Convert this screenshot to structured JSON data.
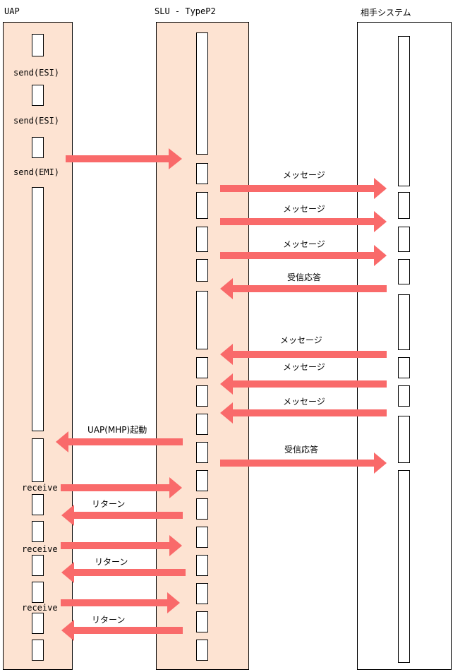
{
  "lanes": {
    "uap": "UAP",
    "slu": "SLU - TypeP2",
    "partner": "相手システム"
  },
  "labels": {
    "send_esi_1": "send(ESI)",
    "send_esi_2": "send(ESI)",
    "send_emi": "send(EMI)",
    "msg_1": "メッセージ",
    "msg_2": "メッセージ",
    "msg_3": "メッセージ",
    "recv_ack_1": "受信応答",
    "msg_4": "メッセージ",
    "msg_5": "メッセージ",
    "msg_6": "メッセージ",
    "uap_start": "UAP(MHP)起動",
    "recv_ack_2": "受信応答",
    "receive_1": "receive",
    "return_1": "リターン",
    "receive_2": "receive",
    "return_2": "リターン",
    "receive_3": "receive",
    "return_3": "リターン"
  },
  "colors": {
    "lane_fill": "#fde3d2",
    "arrow": "#f96a6a"
  }
}
